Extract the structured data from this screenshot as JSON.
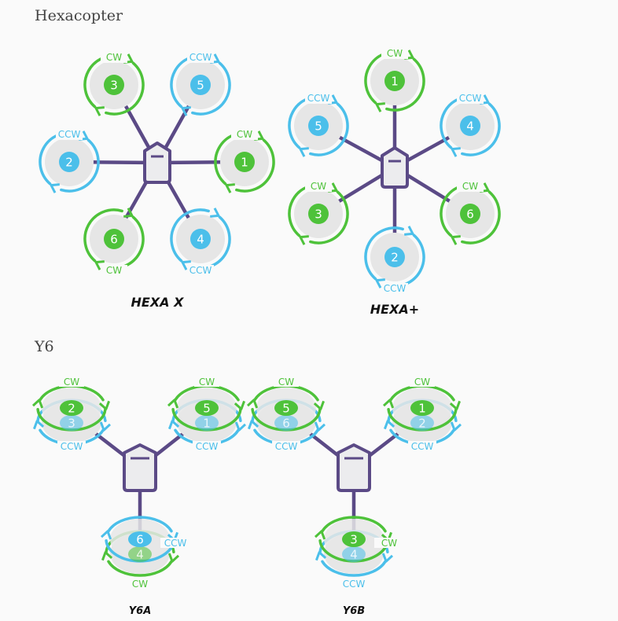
{
  "sections": [
    {
      "id": "hexacopter",
      "title": "Hexacopter"
    },
    {
      "id": "y6",
      "title": "Y6"
    }
  ],
  "colors": {
    "cw": "#4ec23a",
    "ccw": "#4bbfea",
    "frame": "#5b4a86",
    "disc": "#e6e6e6",
    "arm_light": "#b9aec9"
  },
  "diagrams": [
    {
      "id": "hexa-x",
      "caption": "HEXA X",
      "motors": [
        {
          "number": "1",
          "direction": "CW"
        },
        {
          "number": "2",
          "direction": "CCW"
        },
        {
          "number": "3",
          "direction": "CW"
        },
        {
          "number": "4",
          "direction": "CCW"
        },
        {
          "number": "5",
          "direction": "CCW"
        },
        {
          "number": "6",
          "direction": "CW"
        }
      ]
    },
    {
      "id": "hexa-plus",
      "caption": "HEXA+",
      "motors": [
        {
          "number": "1",
          "direction": "CW"
        },
        {
          "number": "2",
          "direction": "CCW"
        },
        {
          "number": "3",
          "direction": "CW"
        },
        {
          "number": "4",
          "direction": "CCW"
        },
        {
          "number": "5",
          "direction": "CCW"
        },
        {
          "number": "6",
          "direction": "CW"
        }
      ]
    },
    {
      "id": "y6a",
      "caption": "Y6A",
      "arms": [
        {
          "top": {
            "number": "2",
            "direction": "CW"
          },
          "bottom": {
            "number": "3",
            "direction": "CCW"
          }
        },
        {
          "top": {
            "number": "5",
            "direction": "CW"
          },
          "bottom": {
            "number": "1",
            "direction": "CCW"
          }
        },
        {
          "top": {
            "number": "6",
            "direction": "CCW"
          },
          "bottom": {
            "number": "4",
            "direction": "CW"
          }
        }
      ]
    },
    {
      "id": "y6b",
      "caption": "Y6B",
      "arms": [
        {
          "top": {
            "number": "5",
            "direction": "CW"
          },
          "bottom": {
            "number": "6",
            "direction": "CCW"
          }
        },
        {
          "top": {
            "number": "1",
            "direction": "CW"
          },
          "bottom": {
            "number": "2",
            "direction": "CCW"
          }
        },
        {
          "top": {
            "number": "3",
            "direction": "CW"
          },
          "bottom": {
            "number": "4",
            "direction": "CCW"
          }
        }
      ]
    }
  ]
}
